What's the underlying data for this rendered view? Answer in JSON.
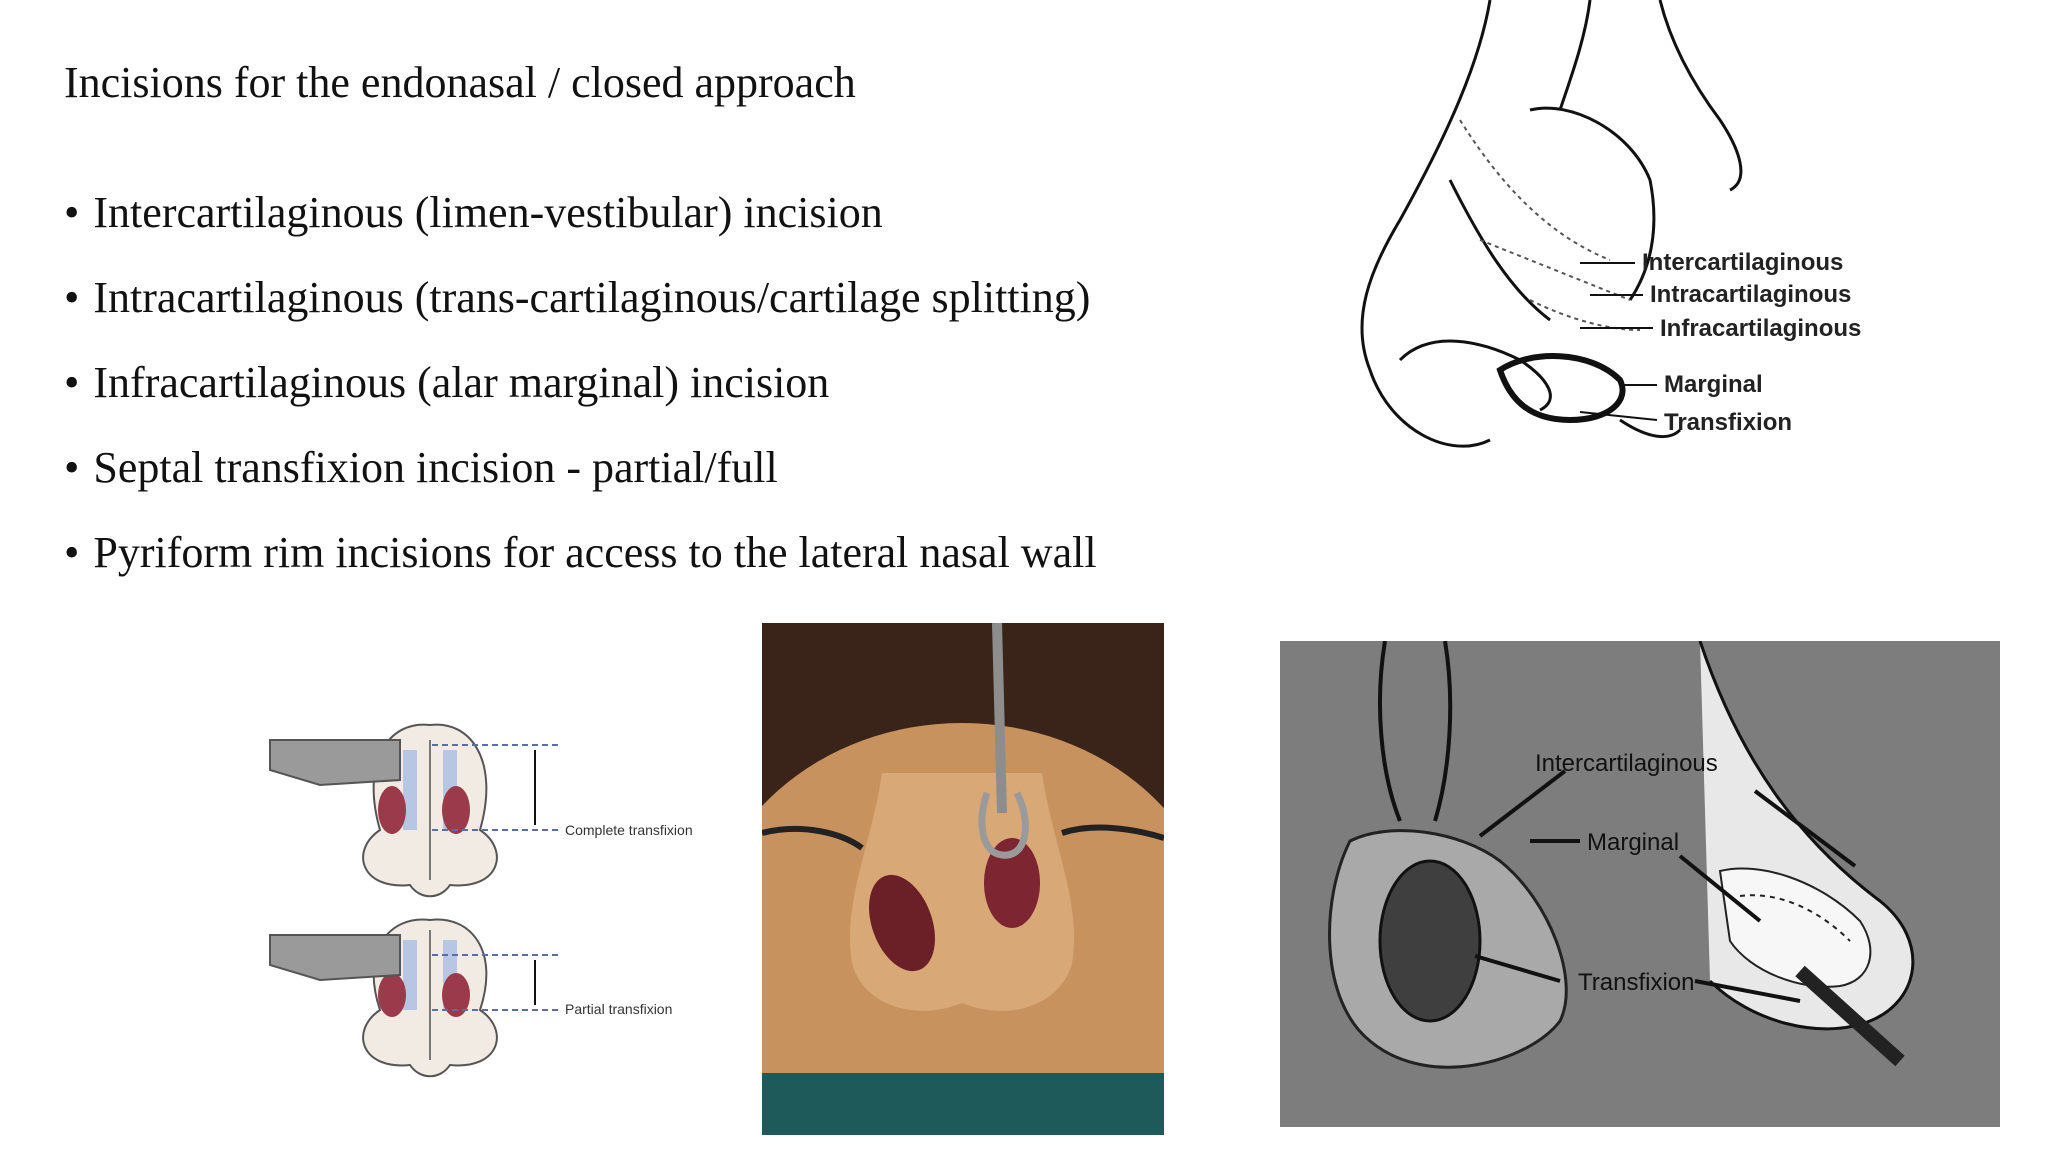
{
  "slide": {
    "title": "Incisions for the endonasal / closed approach",
    "bullets": [
      "Intercartilaginous (limen-vestibular) incision",
      "Intracartilaginous (trans-cartilaginous/cartilage splitting)",
      "Infracartilaginous (alar marginal) incision",
      "Septal transfixion incision - partial/full",
      "Pyriform rim incisions for access to the lateral nasal wall"
    ],
    "bullet_glyph": "•"
  },
  "figure_top_right": {
    "labels": [
      "Intercartilaginous",
      "Intracartilaginous",
      "Infracartilaginous",
      "Marginal",
      "Transfixion"
    ]
  },
  "figure_transfixion": {
    "complete_label": "Complete transfixion",
    "partial_label": "Partial transfixion",
    "accent_color": "#9b3a4a"
  },
  "figure_bottom_right": {
    "labels": [
      "Intercartilaginous",
      "Marginal",
      "Transfixion"
    ],
    "background_color": "#7d7d7d"
  }
}
